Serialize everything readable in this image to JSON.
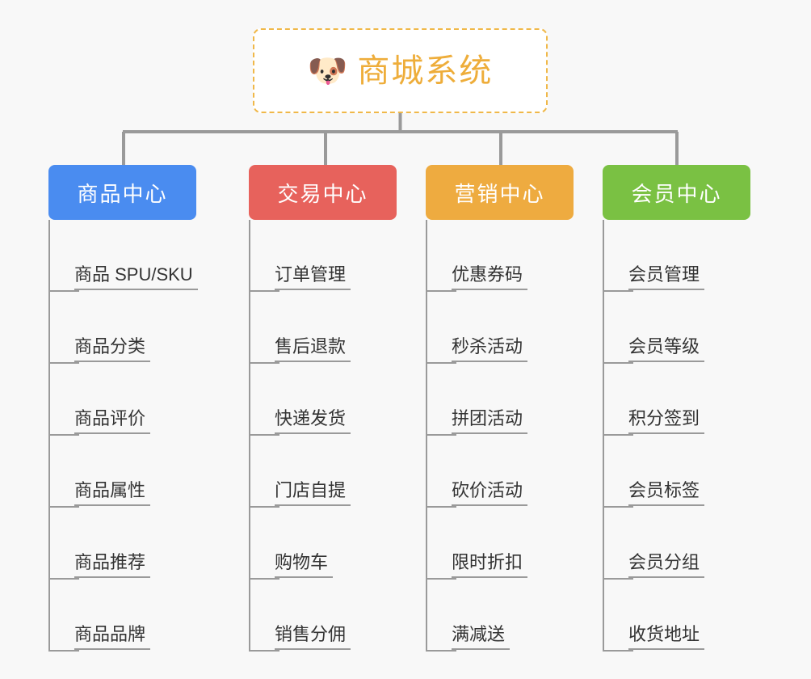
{
  "background_color": "#f8f8f8",
  "root": {
    "icon": "dog-face-emoji",
    "emoji": "🐶",
    "title": "商城系统",
    "text_color": "#eead3a",
    "border_color": "#f0b849"
  },
  "branches": [
    {
      "id": "product-center",
      "label": "商品中心",
      "color": "#4a8cf0",
      "items": [
        "商品 SPU/SKU",
        "商品分类",
        "商品评价",
        "商品属性",
        "商品推荐",
        "商品品牌"
      ]
    },
    {
      "id": "trade-center",
      "label": "交易中心",
      "color": "#e7625c",
      "items": [
        "订单管理",
        "售后退款",
        "快递发货",
        "门店自提",
        "购物车",
        "销售分佣"
      ]
    },
    {
      "id": "marketing-center",
      "label": "营销中心",
      "color": "#eeab40",
      "items": [
        "优惠券码",
        "秒杀活动",
        "拼团活动",
        "砍价活动",
        "限时折扣",
        "满减送"
      ]
    },
    {
      "id": "member-center",
      "label": "会员中心",
      "color": "#7ac143",
      "items": [
        "会员管理",
        "会员等级",
        "积分签到",
        "会员标签",
        "会员分组",
        "收货地址"
      ]
    }
  ]
}
